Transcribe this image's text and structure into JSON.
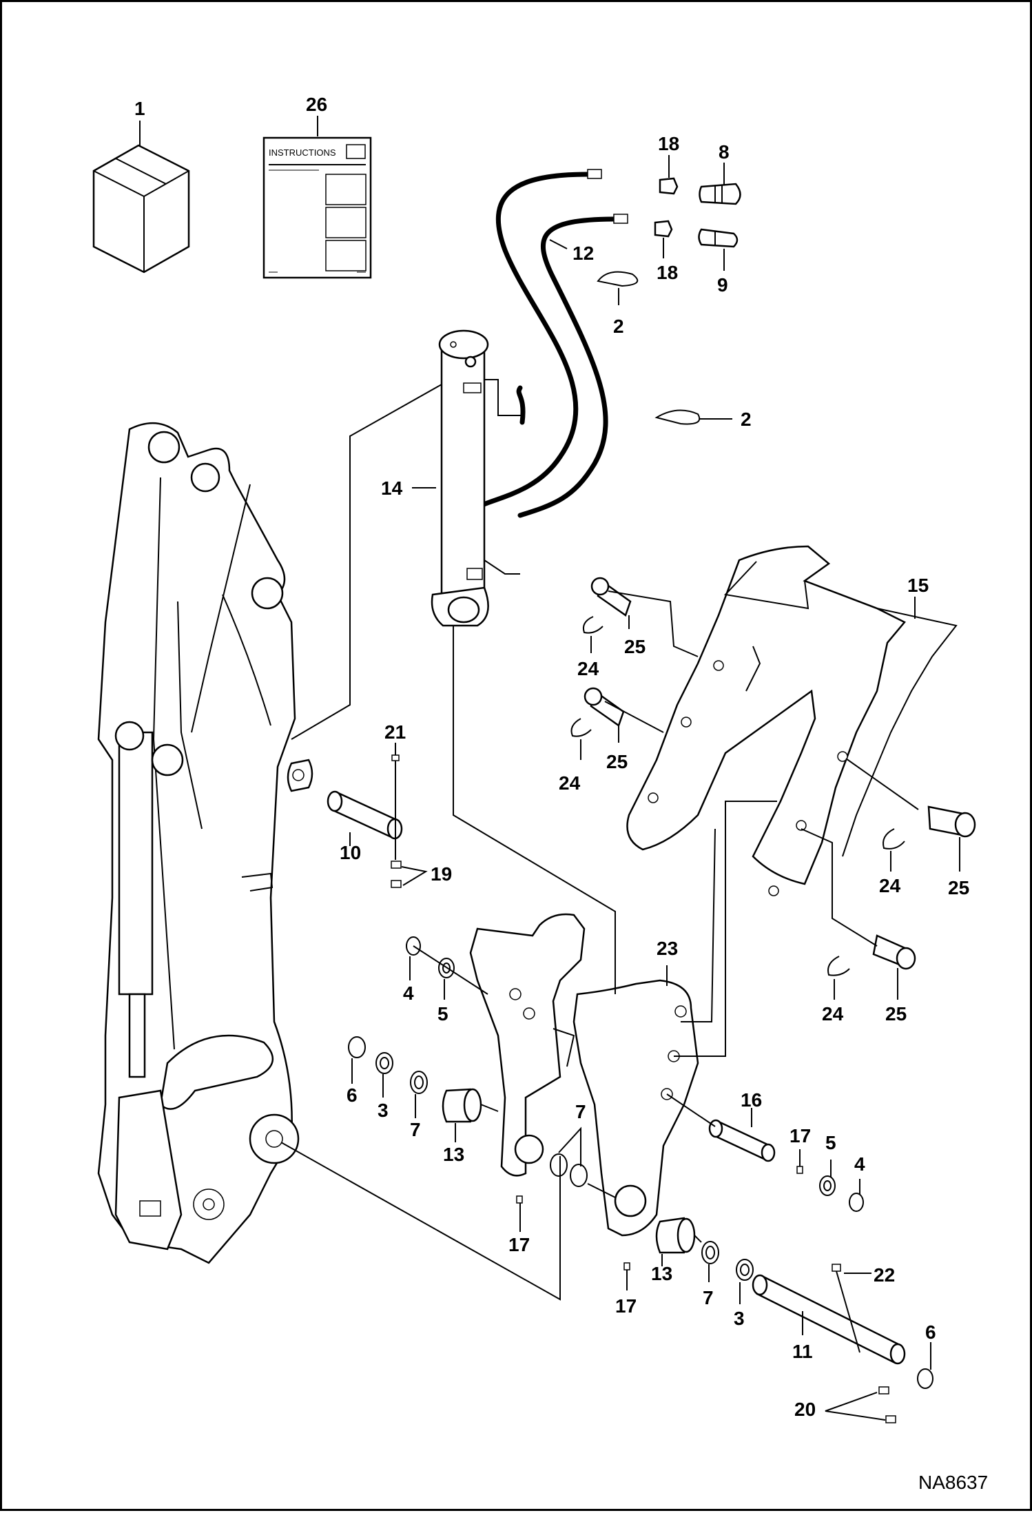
{
  "document_id": "NA8637",
  "instructions_label": "INSTRUCTIONS",
  "callouts": {
    "c1": "1",
    "c26": "26",
    "c18a": "18",
    "c8": "8",
    "c12": "12",
    "c18b": "18",
    "c9": "9",
    "c2a": "2",
    "c2b": "2",
    "c14": "14",
    "c15": "15",
    "c24a": "24",
    "c25a": "25",
    "c24b": "24",
    "c25b": "25",
    "c21": "21",
    "c10": "10",
    "c19": "19",
    "c24c": "24",
    "c25c": "25",
    "c23": "23",
    "c4a": "4",
    "c5a": "5",
    "c24d": "24",
    "c25d": "25",
    "c6a": "6",
    "c3a": "3",
    "c7a": "7",
    "c13a": "13",
    "c7b": "7",
    "c16": "16",
    "c17a": "17",
    "c5b": "5",
    "c4b": "4",
    "c17b": "17",
    "c13b": "13",
    "c17c": "17",
    "c7c": "7",
    "c3b": "3",
    "c22": "22",
    "c11": "11",
    "c6b": "6",
    "c20": "20"
  }
}
